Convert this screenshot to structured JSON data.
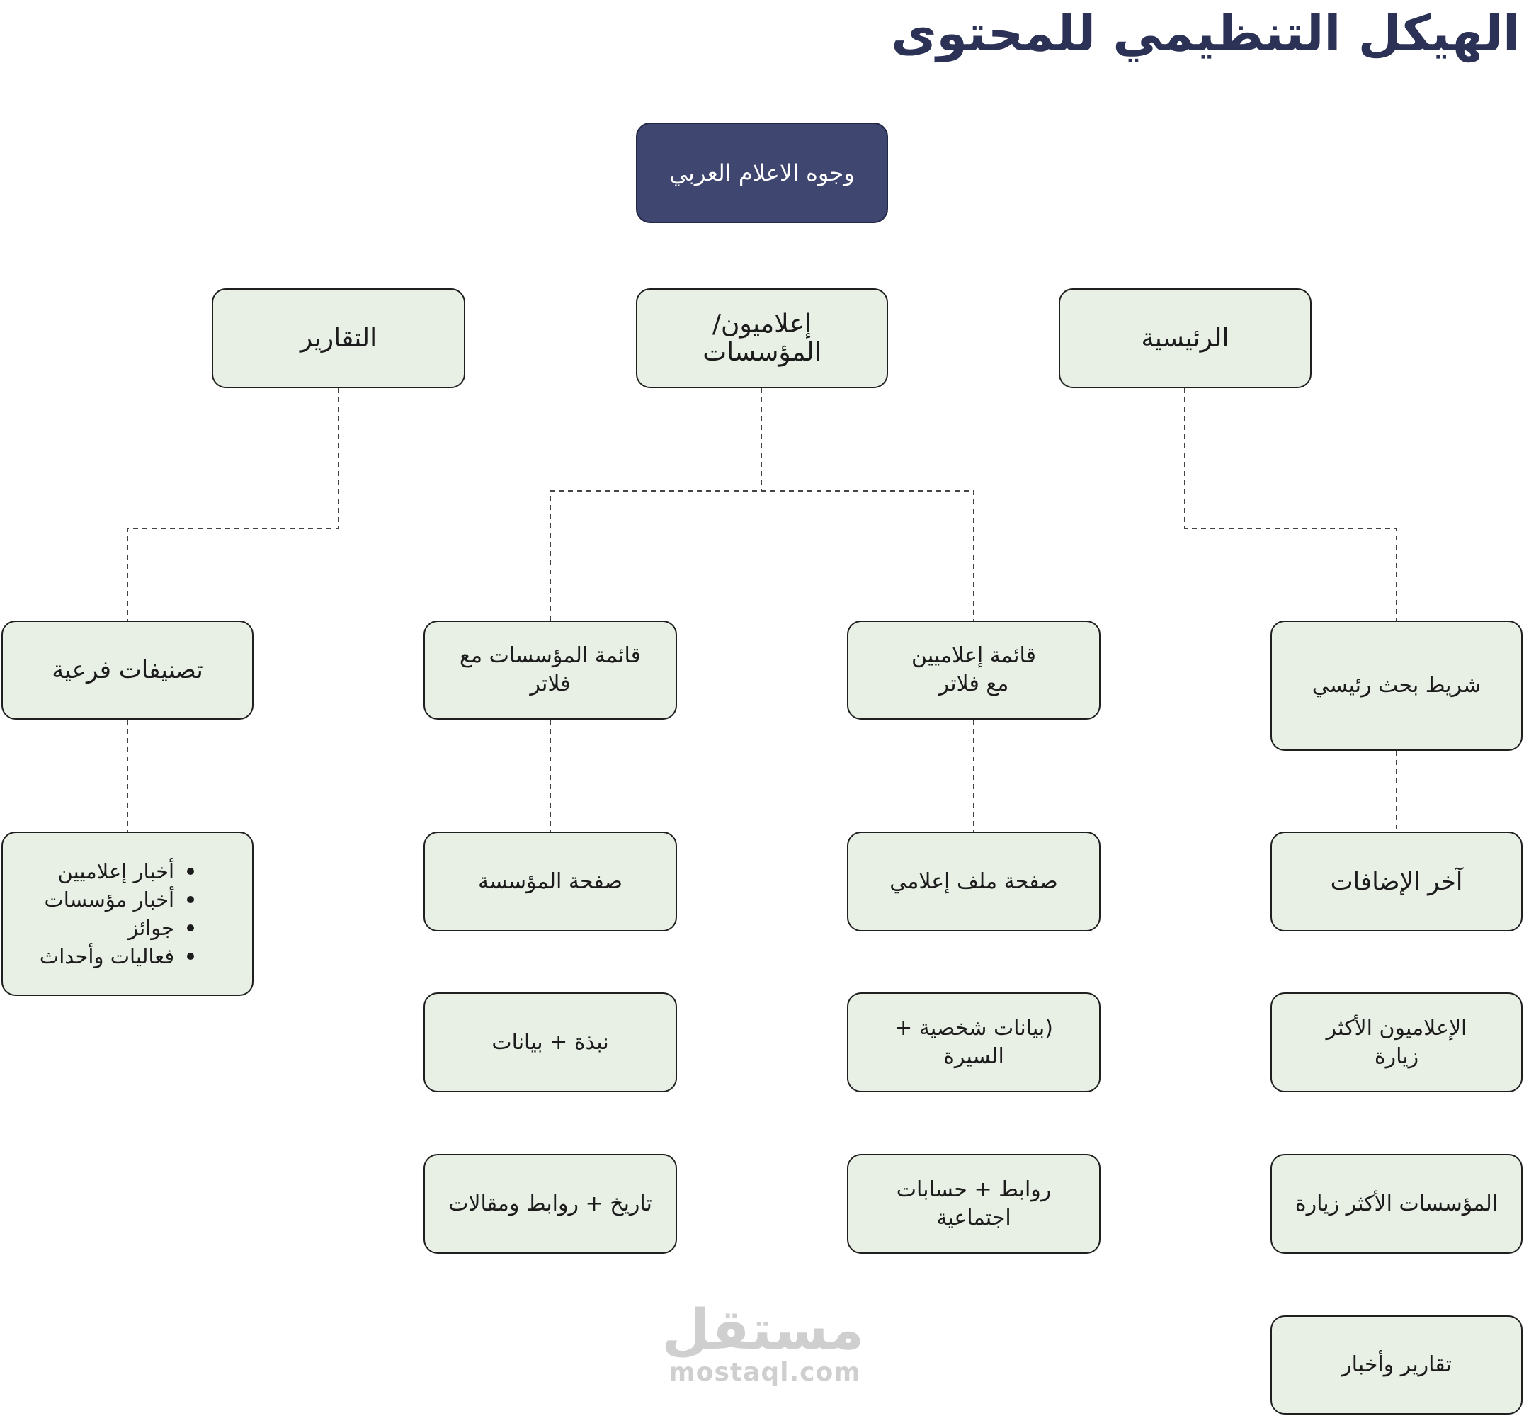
{
  "title": "الهيكل التنظيمي للمحتوى",
  "root": "وجوه الاعلام العربي",
  "level1": {
    "reports": "التقارير",
    "media": "إعلاميون/ المؤسسات",
    "home": "الرئيسية"
  },
  "reports_branch": {
    "subcategories": "تصنيفات فرعية",
    "items": [
      "أخبار إعلاميين",
      "أخبار مؤسسات",
      "جوائز",
      "فعاليات وأحداث"
    ]
  },
  "institutions_branch": {
    "list": "قائمة المؤسسات مع\nفلاتر",
    "page": "صفحة المؤسسة",
    "bio": "نبذة + بيانات",
    "history": "تاريخ + روابط ومقالات"
  },
  "journalists_branch": {
    "list": "قائمة إعلاميين\nمع فلاتر",
    "page": "صفحة ملف إعلامي",
    "personal": "(بيانات شخصية + السيرة",
    "links": "روابط + حسابات اجتماعية"
  },
  "home_branch": {
    "search": "شريط بحث رئيسي",
    "latest": "آخر الإضافات",
    "top_journalists": "الإعلاميون الأكثر\nزيارة",
    "top_institutions": "المؤسسات الأكثر زيارة",
    "reports_news": "تقارير وأخبار"
  },
  "watermark": {
    "arabic": "مستقل",
    "latin": "mostaql.com"
  }
}
